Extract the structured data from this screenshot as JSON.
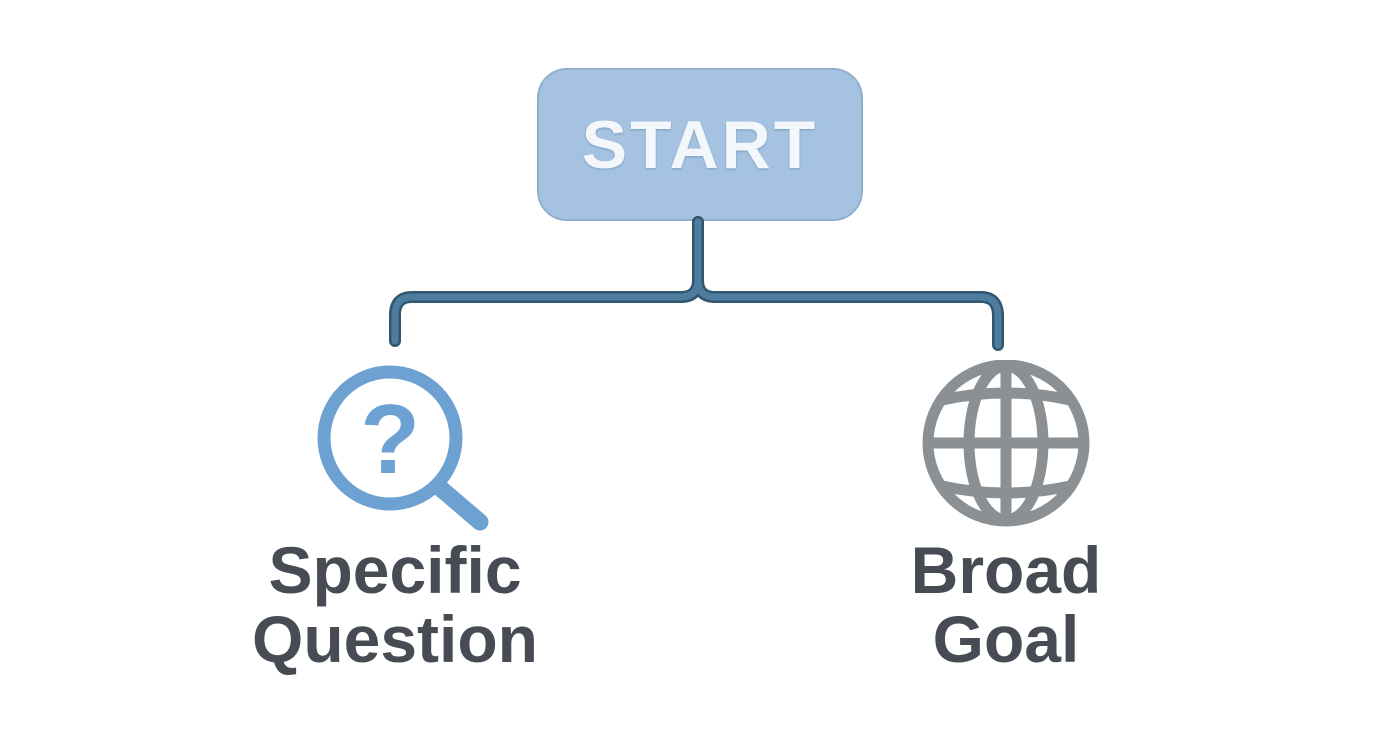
{
  "diagram": {
    "title_node": {
      "label": "START"
    },
    "branches": [
      {
        "id": "specific-question",
        "icon": "magnifier-question-icon",
        "label_line1": "Specific",
        "label_line2": "Question"
      },
      {
        "id": "broad-goal",
        "icon": "globe-icon",
        "label_line1": "Broad",
        "label_line2": "Goal"
      }
    ],
    "question_mark_glyph": "?"
  },
  "colors": {
    "background": "#ffffff",
    "start-box-fill": "#a5c3e1",
    "start-box-border": "#8fb0ce",
    "start-text": "#f3f6fa",
    "connector": "#4e7c9e",
    "connector-dark": "#32566f",
    "magnifier": "#6da1d2",
    "globe": "#8b9095",
    "label-text": "#474c54"
  }
}
